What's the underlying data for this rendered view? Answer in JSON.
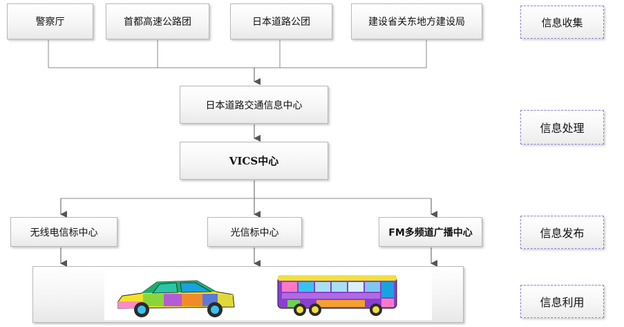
{
  "sources": [
    "警察厅",
    "首都高速公路团",
    "日本道路公团",
    "建设省关东地方建设局"
  ],
  "processing": [
    "日本道路交通信息中心",
    "VICS中心"
  ],
  "publishing": [
    "无线电信标中心",
    "光信标中心",
    "FM多频道广播中心"
  ],
  "stages": [
    "信息收集",
    "信息处理",
    "信息发布",
    "信息利用"
  ],
  "icons": {
    "car": "car-icon",
    "bus": "bus-icon"
  }
}
